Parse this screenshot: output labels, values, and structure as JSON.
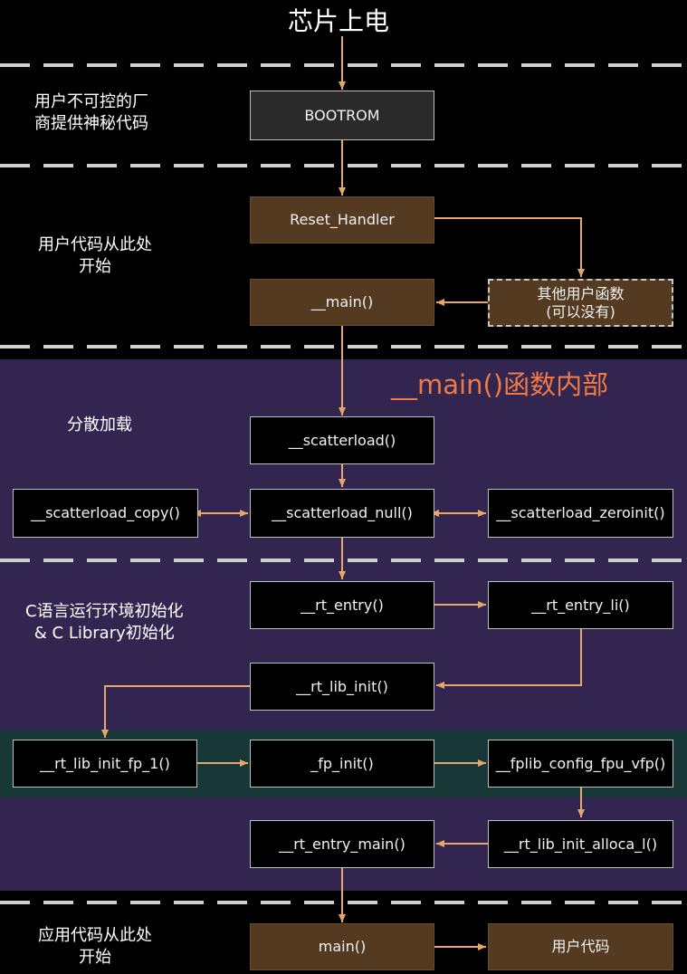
{
  "title": "芯片上电",
  "main_section_title": "__main()函数内部",
  "sections": {
    "bootrom": "用户不可控的厂\n商提供神秘代码",
    "user_start": "用户代码从此处\n开始",
    "scatter": "分散加载",
    "c_runtime": "C语言运行环境初始化\n& C Library初始化",
    "app_start": "应用代码从此处\n开始"
  },
  "boxes": {
    "bootrom": "BOOTROM",
    "reset_handler": "Reset_Handler",
    "other_user_funcs": "其他用户函数\n(可以没有)",
    "main_internal": "__main()",
    "scatterload": "__scatterload()",
    "scatterload_copy": "__scatterload_copy()",
    "scatterload_null": "__scatterload_null()",
    "scatterload_zeroinit": "__scatterload_zeroinit()",
    "rt_entry": "__rt_entry()",
    "rt_entry_li": "__rt_entry_li()",
    "rt_lib_init": "__rt_lib_init()",
    "rt_lib_init_fp_1": "__rt_lib_init_fp_1()",
    "fp_init": "_fp_init()",
    "fplib_config_fpu_vfp": "__fplib_config_fpu_vfp()",
    "rt_entry_main": "__rt_entry_main()",
    "rt_lib_init_alloca_l": "__rt_lib_init_alloca_l()",
    "main_app": "main()",
    "user_code": "用户代码"
  },
  "colors": {
    "background": "#000000",
    "purple_region": "#322651",
    "teal_region": "#173836",
    "brown_box": "#533a20",
    "arrow": "#e5a86a",
    "main_title": "#f07a45"
  }
}
